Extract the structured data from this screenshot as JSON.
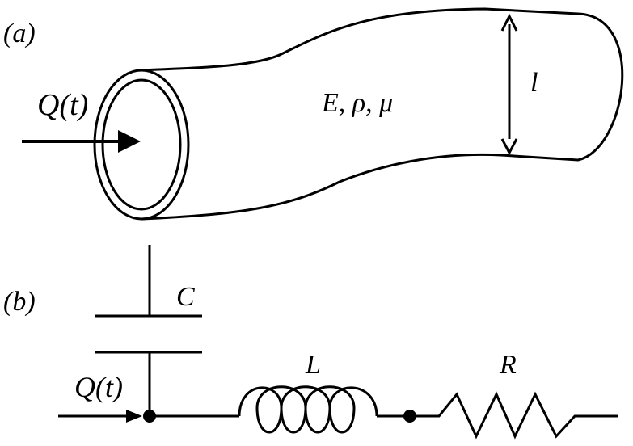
{
  "panel_a": {
    "label": "(a)",
    "flow_label": "Q(t)",
    "properties_label": "E, ρ, μ",
    "length_label": "l"
  },
  "panel_b": {
    "label": "(b)",
    "capacitor_label": "C",
    "flow_label": "Q(t)",
    "inductor_label": "L",
    "resistor_label": "R"
  },
  "colors": {
    "stroke": "#000000",
    "background": "#ffffff"
  }
}
